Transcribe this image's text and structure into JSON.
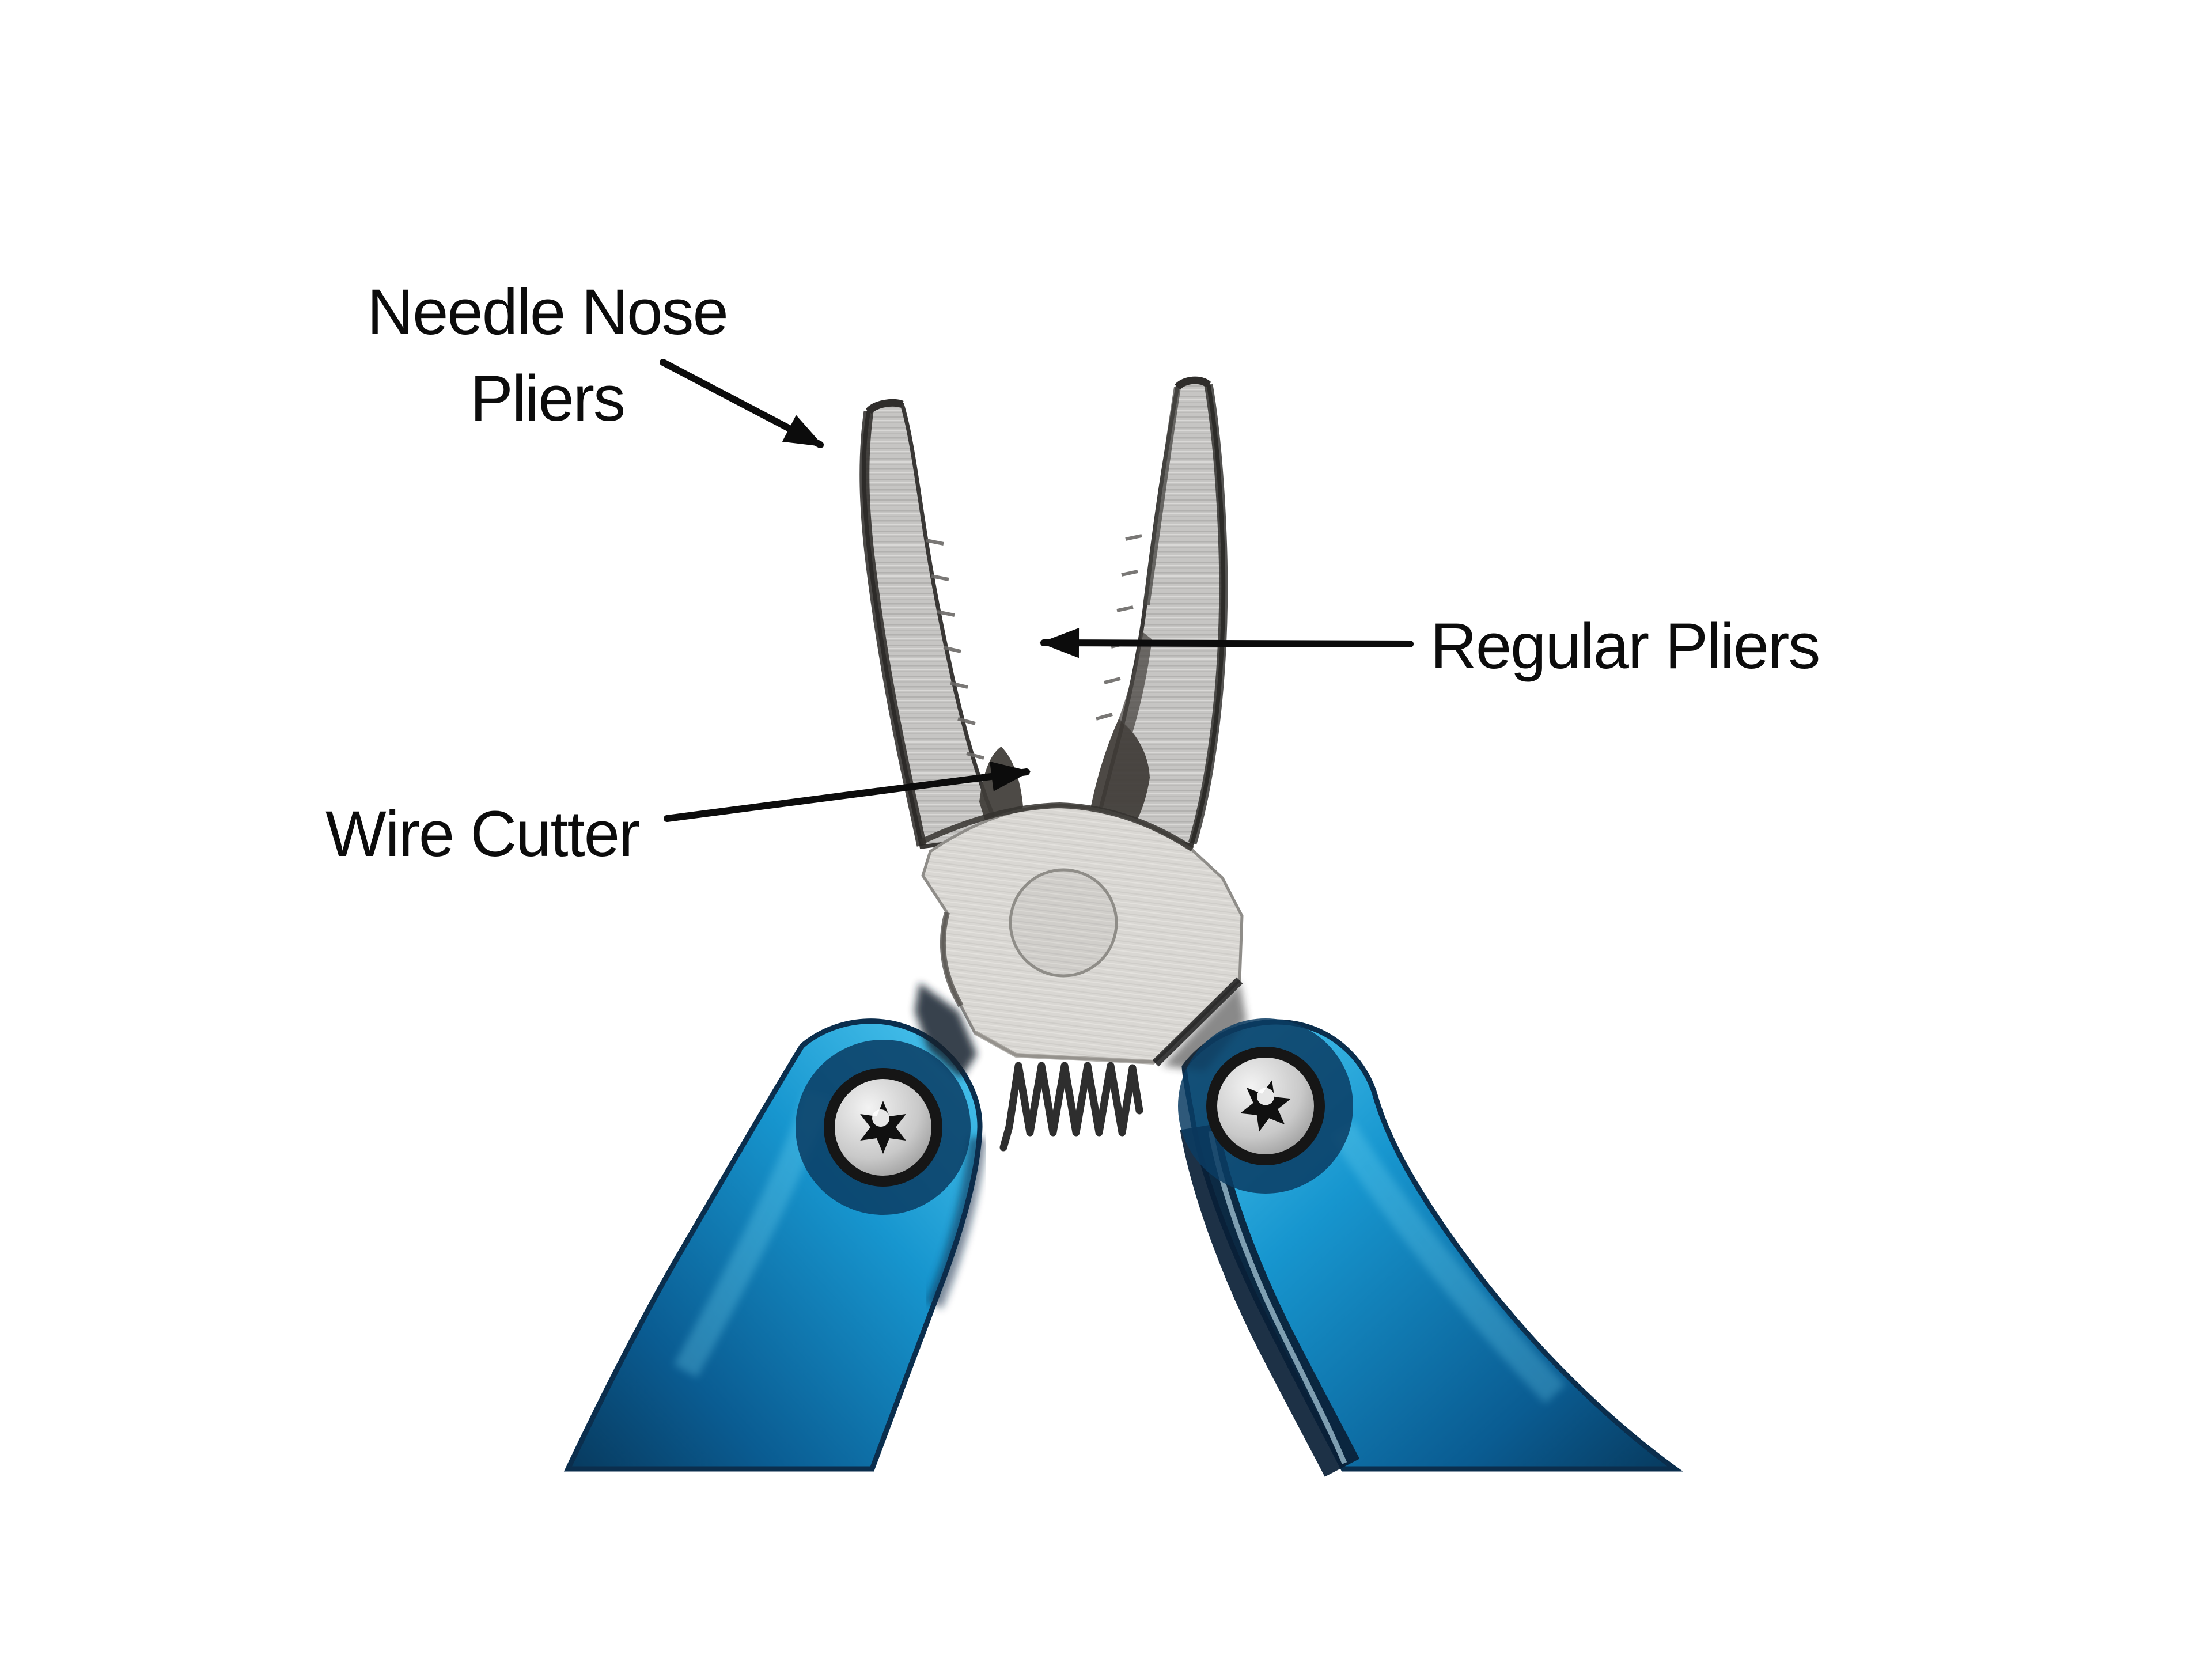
{
  "diagram": {
    "labels": {
      "needle_nose_line1": "Needle Nose",
      "needle_nose_line2": "Pliers",
      "regular_pliers": "Regular Pliers",
      "wire_cutter": "Wire Cutter"
    },
    "colors": {
      "background": "#ffffff",
      "annotation_black": "#0c0c0c",
      "steel_light": "#d9d7d3",
      "steel_jaw": "#c6c5c3",
      "steel_shadow": "#3a3836",
      "handle_blue_highlight": "#4fc8f0",
      "handle_blue": "#1796cf",
      "handle_blue_deep": "#0a5c92",
      "handle_navy_edge": "#0b2e4d",
      "screw_silver": "#c9c9c9",
      "spring_wire": "#2e2e2e"
    }
  }
}
